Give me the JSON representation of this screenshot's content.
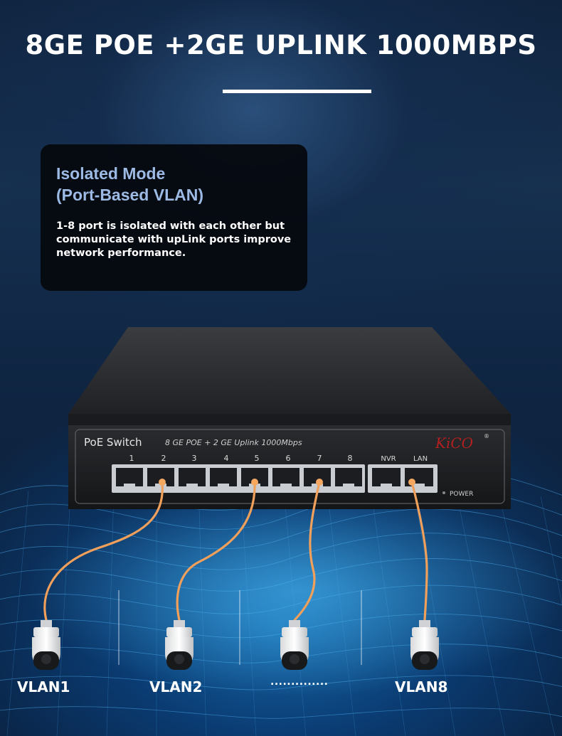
{
  "headline": "8GE POE +2GE UPLINK 1000MBPS",
  "info_card": {
    "title_line1": "Isolated Mode",
    "title_line2": "(Port-Based VLAN)",
    "description": "1-8 port is isolated with each other but communicate with upLink ports improve network performance."
  },
  "device": {
    "label": "PoE Switch",
    "subtitle": "8 GE POE + 2 GE Uplink 1000Mbps",
    "brand": "KiCO",
    "registered_mark": "®",
    "port_numbers": [
      "1",
      "2",
      "3",
      "4",
      "5",
      "6",
      "7",
      "8"
    ],
    "uplink_labels": [
      "NVR",
      "LAN"
    ],
    "power_label": "POWER"
  },
  "vlans": {
    "vlan1": "VLAN1",
    "vlan2": "VLAN2",
    "ellipsis": "..............",
    "vlan8": "VLAN8"
  },
  "colors": {
    "cable": "#f0a05a",
    "card_title": "#9dbae4",
    "brand": "#b22020"
  }
}
